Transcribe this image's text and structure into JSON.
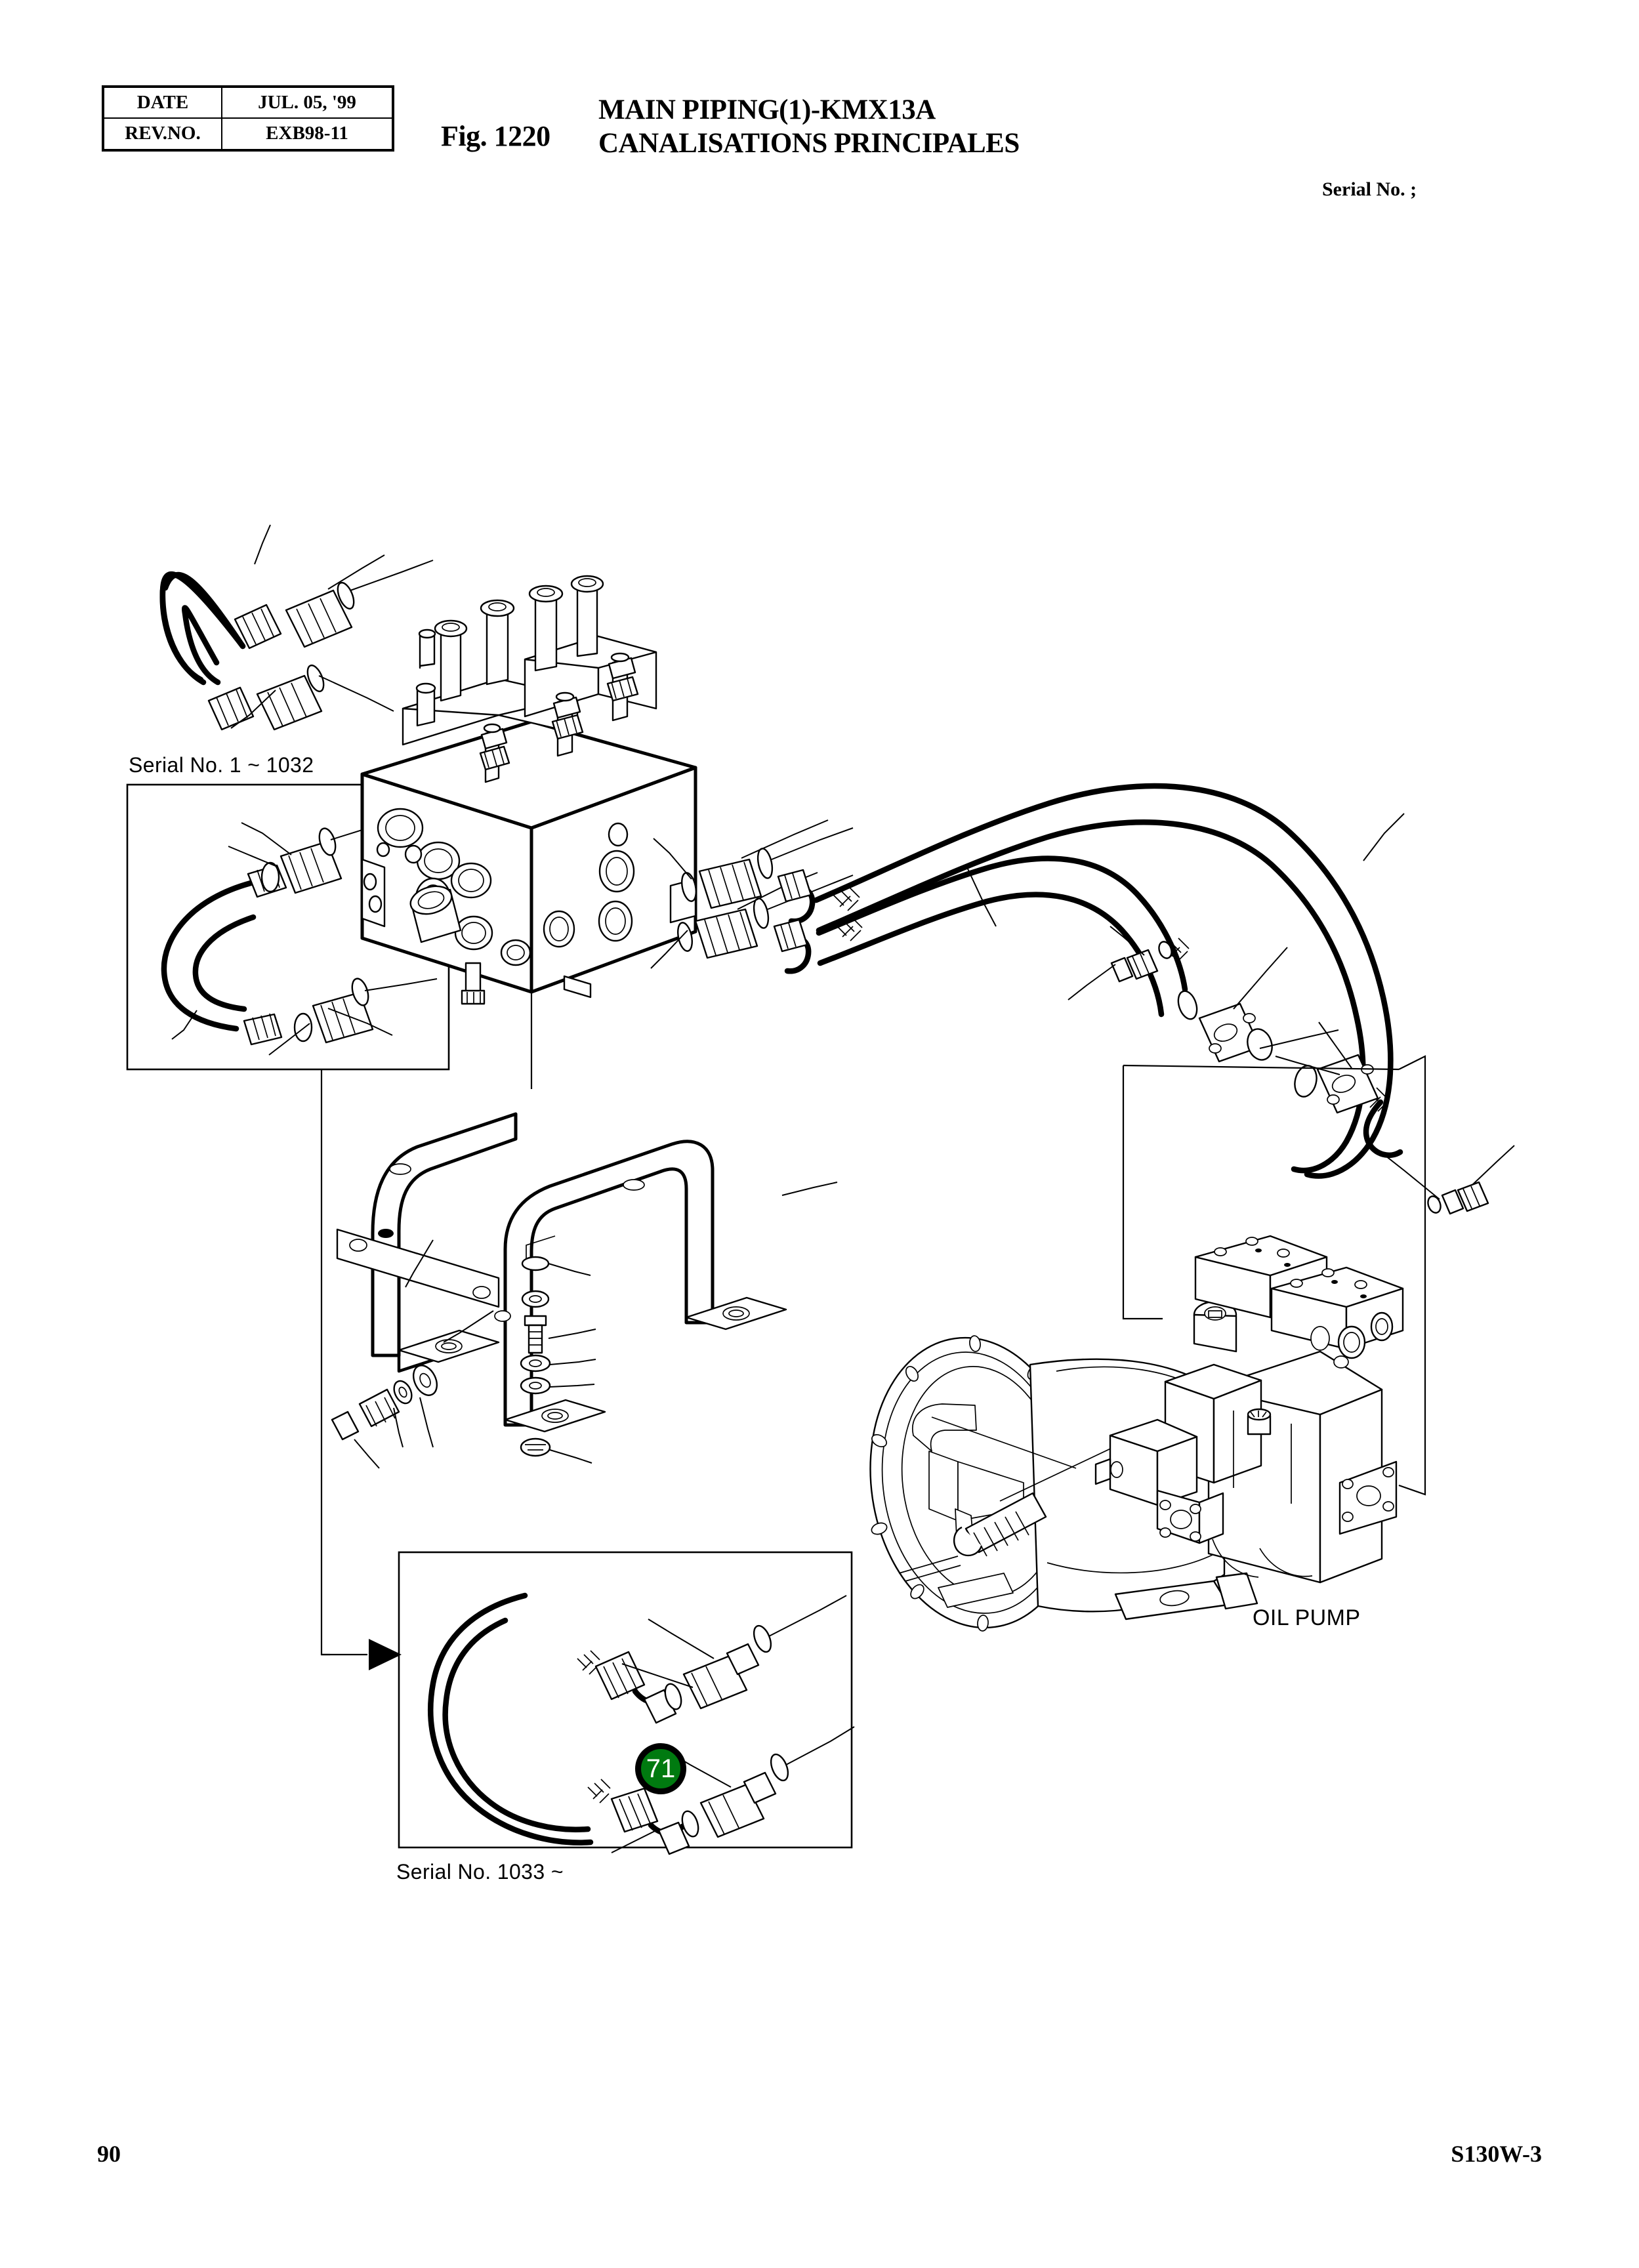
{
  "document": {
    "figure_number": "Fig. 1220",
    "title_en": "MAIN PIPING(1)-KMX13A",
    "title_fr": "CANALISATIONS PRINCIPALES",
    "serial_header": "Serial No. ;"
  },
  "meta_table": {
    "rows": [
      {
        "key": "DATE",
        "value": "JUL.  05, '99"
      },
      {
        "key": "REV.NO.",
        "value": "EXB98-11"
      }
    ]
  },
  "drawing": {
    "labels": {
      "serial_upper": "Serial No. 1 ~ 1032",
      "serial_lower": "Serial No. 1033 ~",
      "oil_pump": "OIL PUMP"
    },
    "callouts": [
      {
        "number": "71",
        "color": "#007a10",
        "ring_color": "#000000",
        "text_color": "#ffffff"
      }
    ],
    "components": [
      "control-valve-block",
      "hydraulic-hose-upper-loop",
      "hydraulic-hose-lower-loop",
      "long-hose-run-pair",
      "split-flange-clamp",
      "mounting-bracket-frame",
      "oil-pump-assembly",
      "bell-housing",
      "bolt-washer-nut-hardware",
      "o-ring-seal",
      "straight-adapter-fitting",
      "elbow-fitting"
    ]
  },
  "footer": {
    "page_number": "90",
    "model": "S130W-3"
  }
}
